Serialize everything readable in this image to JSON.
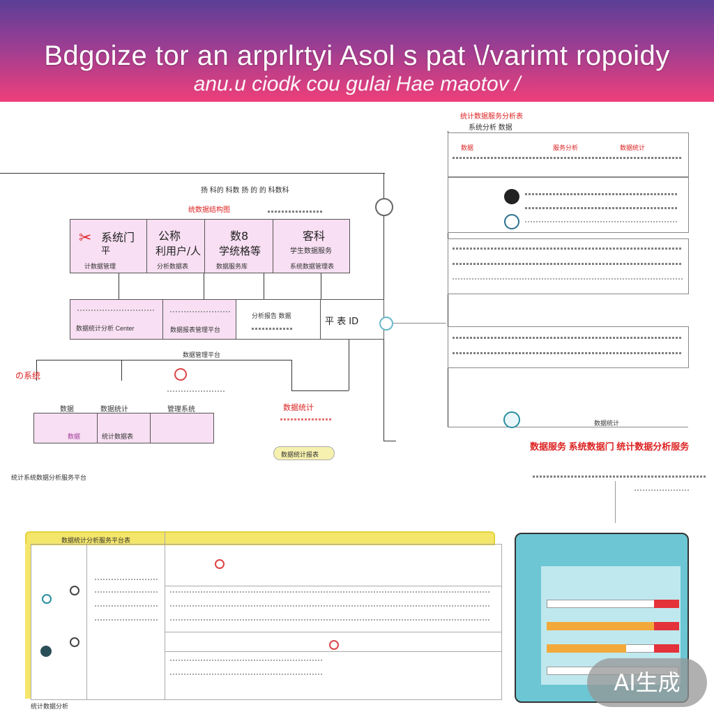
{
  "banner": {
    "title": "Bdgoize tor an arprlrtyi Asol s pat \\/varimt ropoidy",
    "subtitle": "anu.u ciodk cou gulai Hae maotov /"
  },
  "left_diagram": {
    "top_label": "扬 科的 科数 扬 的 的 科数科",
    "tag_label": "统数据结构图",
    "row1": [
      {
        "title": "系统门",
        "sub": "平",
        "small": "计数据管理"
      },
      {
        "title": "公称",
        "sub": "利用户/人",
        "small": "分析数据表"
      },
      {
        "title": "数8",
        "sub": "学统格等",
        "small": "数据服务库"
      },
      {
        "title": "客科",
        "sub": "学生数据服务",
        "small": "系统数据管理表"
      }
    ],
    "row2": [
      {
        "text": "数据统计分析 Center"
      },
      {
        "text": "数据报表管理平台"
      },
      {
        "text": "分析报告 数据"
      },
      {
        "text": "平 表 ID"
      }
    ],
    "mid_label": "数据管理平台",
    "left_tag": "の系统",
    "row3_labels": [
      "数据 ",
      "数据统计",
      "管理系统"
    ],
    "row3_cells": [
      "数据",
      "统计数据表",
      ""
    ],
    "red_note": "数据统计",
    "yellow_tag": "数据统计报表",
    "footer": "统计系统数据分析服务平台"
  },
  "right_panel": {
    "header": "统计数据服务分析表",
    "sub_header": "系统分析 数据",
    "columns": [
      "数据",
      "服务分析",
      "数据统计"
    ],
    "note": "数据统计",
    "red_banner": "数据服务 系统数据门 统计数据分析服务"
  },
  "bottom_table": {
    "header": "数据统计分析服务平台表",
    "footer": "统计数据分析"
  },
  "bar_panel": {
    "bars": [
      {
        "value": 0.0
      },
      {
        "value": 0.85
      },
      {
        "value": 0.6
      },
      {
        "value": 0.0
      }
    ]
  },
  "watermark": "AI生成",
  "colors": {
    "banner_top": "#5b3f96",
    "banner_bottom": "#ee3f79",
    "pink_box": "#f8dff3",
    "yellow": "#f4e66a",
    "teal": "#6cc6d3",
    "orange": "#f3a93a",
    "red": "#d22"
  }
}
